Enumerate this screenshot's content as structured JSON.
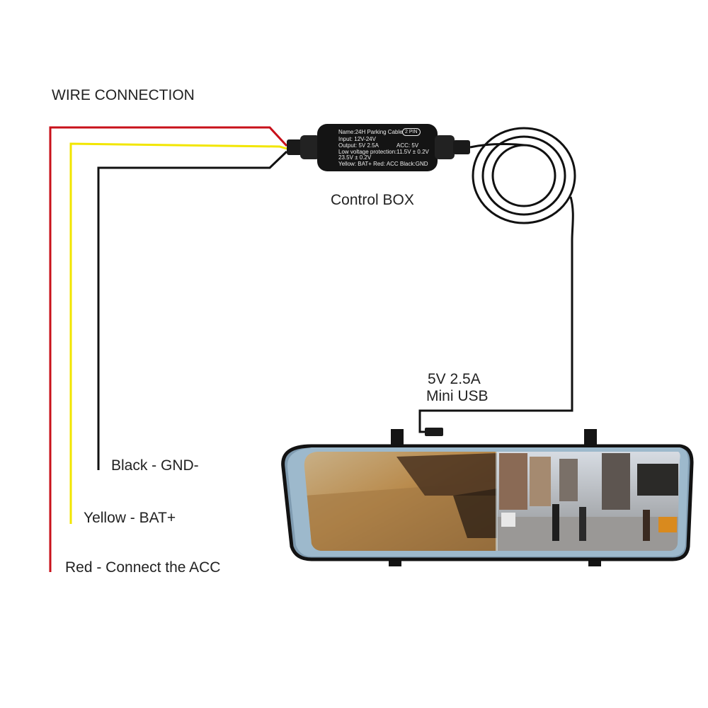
{
  "diagram": {
    "title": "WIRE CONNECTION",
    "control_box": {
      "label": "Control BOX",
      "name_line": "Name:24H Parking Cable",
      "pin_badge": "2 PIN",
      "input_line": "Input: 12V-24V",
      "output_line": "Output: 5V 2.5A",
      "acc_line": "ACC: 5V",
      "low_voltage_line": "Low voltage protection:11.5V ± 0.2V",
      "low_voltage_line2": "23.5V ± 0.2V",
      "wire_line": "Yellow: BAT+  Red: ACC  Black:GND"
    },
    "output": {
      "voltage": "5V  2.5A",
      "connector": "Mini USB"
    },
    "wires": [
      {
        "label": "Black - GND-",
        "color": "#111111"
      },
      {
        "label": "Yellow - BAT+",
        "color": "#f2e600"
      },
      {
        "label": "Red - Connect the ACC",
        "color": "#c8101a"
      }
    ],
    "device": {
      "name": "mirror-dashcam"
    }
  }
}
